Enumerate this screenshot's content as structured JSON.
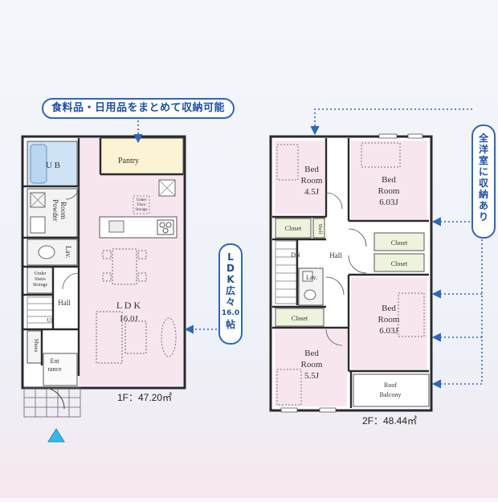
{
  "callouts": {
    "storage_text": "食料品・日用品をまとめて収納可能",
    "ldk_chars": [
      "L",
      "D",
      "K",
      "広",
      "々",
      "16.0",
      "帖"
    ],
    "closet_chars": [
      "全",
      "洋",
      "室",
      "に",
      "収",
      "納",
      "あ",
      "り"
    ]
  },
  "floor1": {
    "area_label": "1F：47.20㎡",
    "rooms": {
      "ub": "U B",
      "powder_room": [
        "Powder",
        "Room"
      ],
      "lav": "Lav.",
      "under_stairs": [
        "Under",
        "Stairs",
        "Storage"
      ],
      "hall": "Hall",
      "up": "UP",
      "shoes": "Shoes",
      "entrance": [
        "Ent",
        "rance"
      ],
      "pantry": "Pantry",
      "under_floor": [
        "Under",
        "Floor",
        "Storage"
      ],
      "ldk": [
        "L D K",
        "16.0J"
      ]
    }
  },
  "floor2": {
    "area_label": "2F：48.44㎡",
    "rooms": {
      "bed1": [
        "Bed",
        "Room",
        "4.5J"
      ],
      "bed2": [
        "Bed",
        "Room",
        "6.03J"
      ],
      "bed3": [
        "Bed",
        "Room",
        "6.03J"
      ],
      "bed4": [
        "Bed",
        "Room",
        "5.5J"
      ],
      "closet": "Closet",
      "shelf": "Shelf",
      "dn": "DN",
      "hall": "Hall",
      "lav": "Lav.",
      "balcony": [
        "Roof",
        "Balcony"
      ]
    }
  },
  "colors": {
    "wall": "#2a2a2a",
    "room_pink": "#f7e6f0",
    "pantry_yellow": "#fbf3d4",
    "bath_blue": "#cfe3f7",
    "closet_green": "#eef3dc",
    "accent_blue": "#2e66c0",
    "entrance_marker": "#38b7e8"
  }
}
